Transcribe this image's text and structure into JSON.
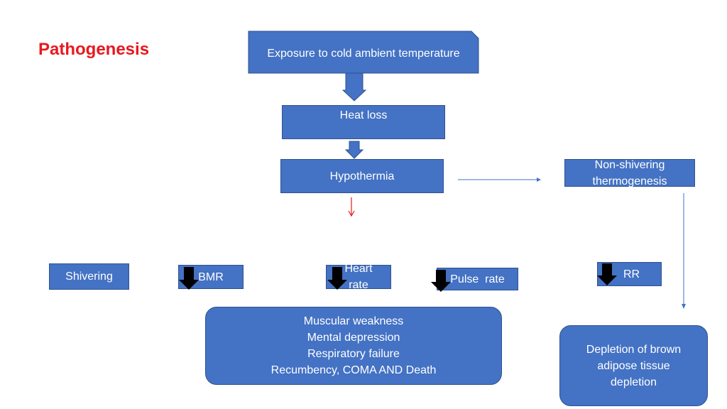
{
  "title": "Pathogenesis",
  "colors": {
    "title": "#e8191f",
    "box_fill": "#4472c4",
    "box_border": "#2f528f",
    "box_text": "#ffffff",
    "connector": "#4472c4",
    "red_arrow": "#e8191f",
    "down_arrow": "#000000"
  },
  "nodes": {
    "exposure": "Exposure to cold ambient temperature",
    "heat_loss": "Heat loss",
    "hypothermia": "Hypothermia",
    "non_shivering": "Non-shivering thermogenesis",
    "shivering": "Shivering",
    "bmr": "BMR",
    "heart_rate": "Heart rate",
    "pulse_rate": "Pulse  rate",
    "rr": "RR",
    "effects": "Muscular weakness\nMental depression\nRespiratory failure\nRecumbency, COMA AND Death",
    "depletion": "Depletion of brown adipose tissue depletion"
  },
  "decrease_indicators": [
    "BMR",
    "Heart rate",
    "Pulse  rate",
    "RR"
  ]
}
